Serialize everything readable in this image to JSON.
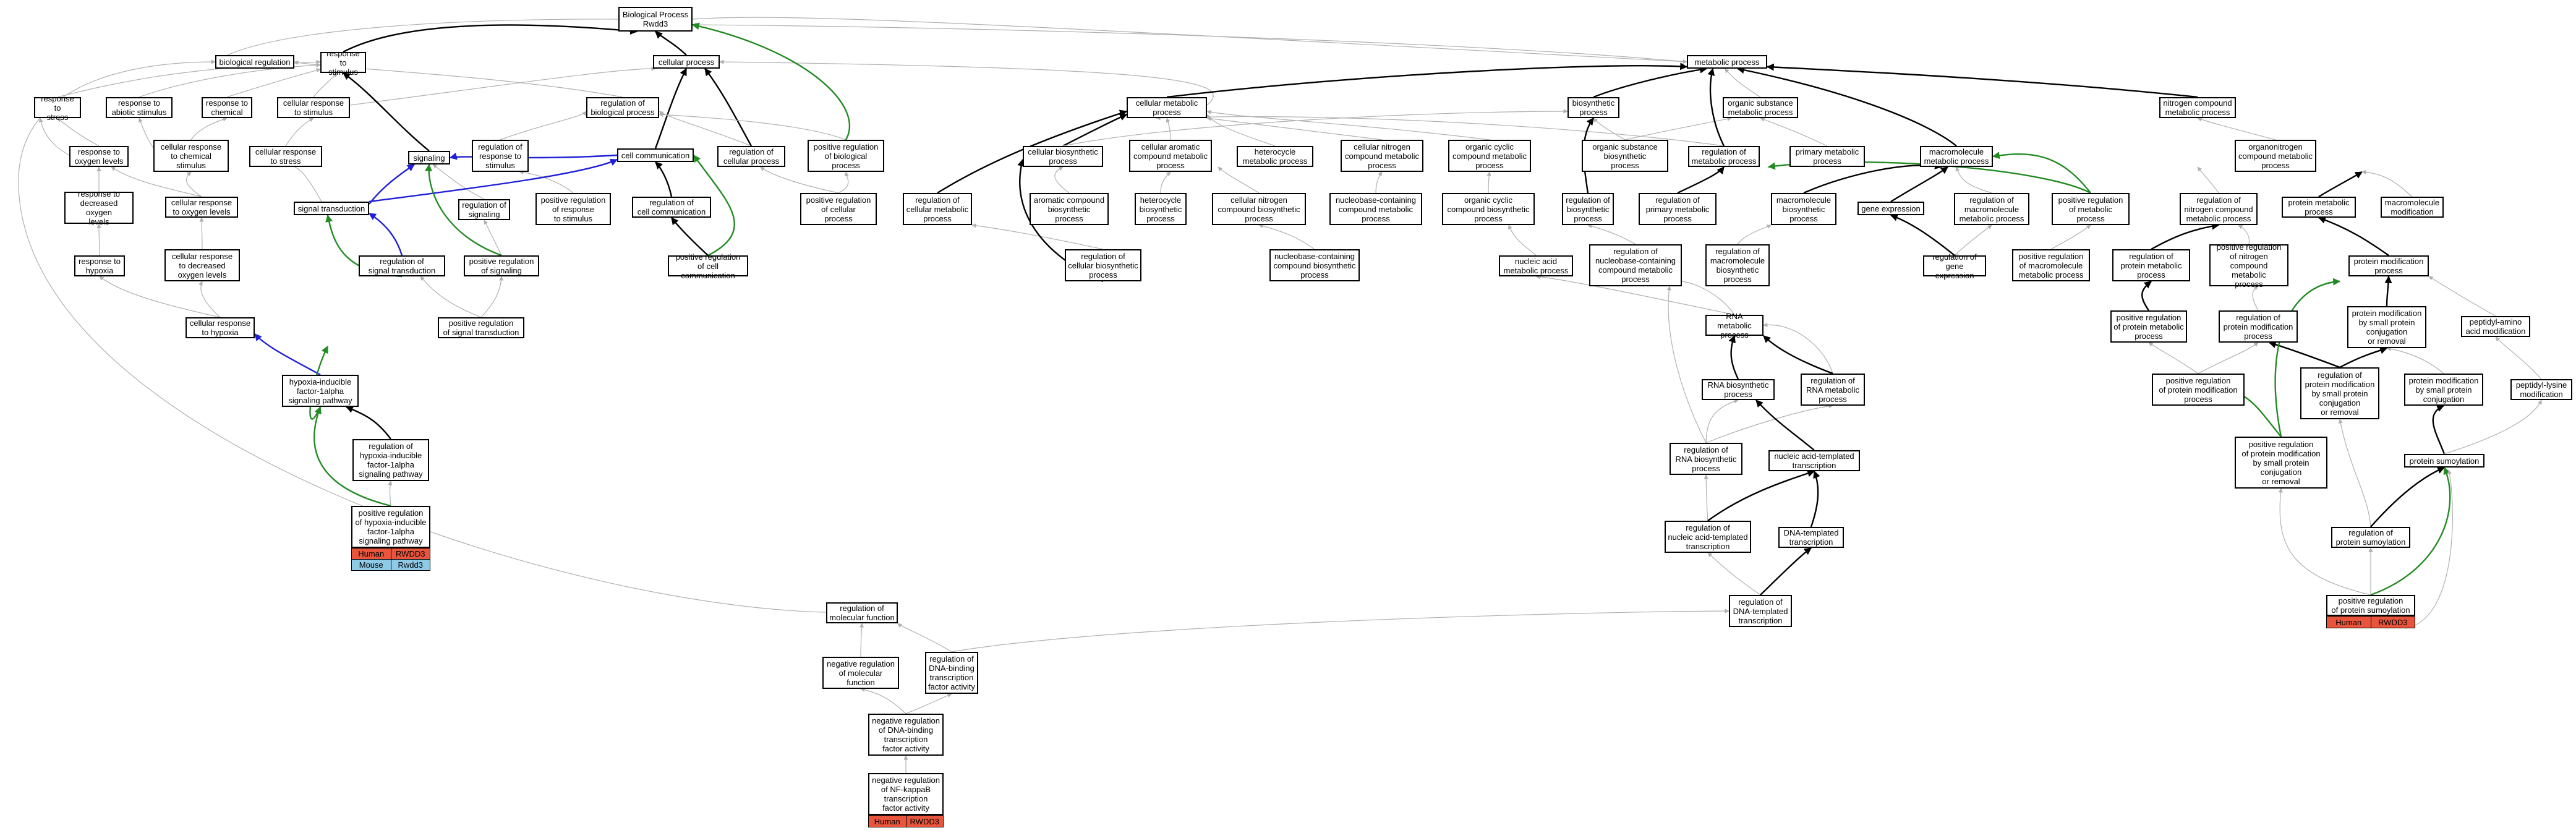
{
  "colors": {
    "gray": "#b0b0b0",
    "black": "#000000",
    "green": "#238b23",
    "blue": "#1f1fd6",
    "human": "#e8553c",
    "mouse": "#8ec9e6"
  },
  "nodes": {
    "bp": "Biological Process\nRwdd3",
    "biological_regulation": "biological regulation",
    "response_to_stimulus": "response to\nstimulus",
    "cellular_process": "cellular process",
    "metabolic_process": "metabolic process",
    "response_to_stress": "response to\nstress",
    "response_to_abiotic_stimulus": "response to\nabiotic stimulus",
    "response_to_chemical": "response to\nchemical",
    "cellular_response_to_stimulus": "cellular response\nto stimulus",
    "regulation_of_biological_process": "regulation of\nbiological process",
    "cellular_metabolic_process": "cellular metabolic\nprocess",
    "biosynthetic_process": "biosynthetic\nprocess",
    "organic_substance_metabolic_process": "organic substance\nmetabolic process",
    "nitrogen_compound_metabolic_process": "nitrogen compound\nmetabolic process",
    "response_to_oxygen_levels": "response to\noxygen levels",
    "cellular_response_to_chemical_stimulus": "cellular response\nto chemical\nstimulus",
    "cellular_response_to_stress": "cellular response\nto stress",
    "signaling": "signaling",
    "regulation_of_response_to_stimulus": "regulation of\nresponse to\nstimulus",
    "cell_communication": "cell communication",
    "regulation_of_cellular_process": "regulation of\ncellular process",
    "positive_regulation_of_biological_process": "positive regulation\nof biological\nprocess",
    "cellular_biosynthetic_process": "cellular biosynthetic\nprocess",
    "cellular_aromatic_compound_metabolic_process": "cellular aromatic\ncompound metabolic\nprocess",
    "heterocycle_metabolic_process": "heterocycle\nmetabolic process",
    "cellular_nitrogen_compound_metabolic_process": "cellular nitrogen\ncompound metabolic\nprocess",
    "organic_cyclic_compound_metabolic_process": "organic cyclic\ncompound metabolic\nprocess",
    "organic_substance_biosynthetic_process": "organic substance\nbiosynthetic\nprocess",
    "regulation_of_metabolic_process": "regulation of\nmetabolic process",
    "primary_metabolic_process": "primary metabolic\nprocess",
    "macromolecule_metabolic_process": "macromolecule\nmetabolic process",
    "organonitrogen_compound_metabolic_process": "organonitrogen\ncompound metabolic\nprocess",
    "response_to_decreased_oxygen_levels": "response to\ndecreased oxygen\nlevels",
    "cellular_response_to_oxygen_levels": "cellular response\nto oxygen levels",
    "signal_transduction": "signal transduction",
    "regulation_of_signaling": "regulation of\nsignaling",
    "positive_regulation_of_response_to_stimulus": "positive regulation\nof response\nto stimulus",
    "regulation_of_cell_communication": "regulation of\ncell communication",
    "positive_regulation_of_cellular_process": "positive regulation\nof cellular\nprocess",
    "regulation_of_cellular_metabolic_process": "regulation of\ncellular metabolic\nprocess",
    "aromatic_compound_biosynthetic_process": "aromatic compound\nbiosynthetic\nprocess",
    "heterocycle_biosynthetic_process": "heterocycle\nbiosynthetic\nprocess",
    "cellular_nitrogen_compound_biosynthetic_process": "cellular nitrogen\ncompound biosynthetic\nprocess",
    "nucleobase_containing_compound_metabolic_process": "nucleobase-containing\ncompound metabolic\nprocess",
    "organic_cyclic_compound_biosynthetic_process": "organic cyclic\ncompound biosynthetic\nprocess",
    "regulation_of_biosynthetic_process": "regulation of\nbiosynthetic\nprocess",
    "regulation_of_primary_metabolic_process": "regulation of\nprimary metabolic\nprocess",
    "macromolecule_biosynthetic_process": "macromolecule\nbiosynthetic\nprocess",
    "gene_expression": "gene expression",
    "regulation_of_macromolecule_metabolic_process": "regulation of\nmacromolecule\nmetabolic process",
    "positive_regulation_of_metabolic_process": "positive regulation\nof metabolic\nprocess",
    "regulation_of_nitrogen_compound_metabolic_process": "regulation of\nnitrogen compound\nmetabolic process",
    "protein_metabolic_process": "protein metabolic\nprocess",
    "macromolecule_modification": "macromolecule\nmodification",
    "response_to_hypoxia": "response to\nhypoxia",
    "cellular_response_to_decreased_oxygen_levels": "cellular response\nto decreased\noxygen levels",
    "regulation_of_signal_transduction": "regulation of\nsignal transduction",
    "positive_regulation_of_signaling": "positive regulation\nof signaling",
    "positive_regulation_of_cell_communication": "positive regulation\nof cell communication",
    "regulation_of_cellular_biosynthetic_process": "regulation of\ncellular biosynthetic\nprocess",
    "nucleobase_containing_compound_biosynthetic_process": "nucleobase-containing\ncompound biosynthetic\nprocess",
    "nucleic_acid_metabolic_process": "nucleic acid\nmetabolic process",
    "regulation_of_nucleobase_containing_compound_metabolic_process": "regulation of\nnucleobase-containing\ncompound metabolic\nprocess",
    "regulation_of_macromolecule_biosynthetic_process": "regulation of\nmacromolecule\nbiosynthetic\nprocess",
    "regulation_of_gene_expression": "regulation of\ngene expression",
    "positive_regulation_of_macromolecule_metabolic_process": "positive regulation\nof macromolecule\nmetabolic process",
    "regulation_of_protein_metabolic_process": "regulation of\nprotein metabolic\nprocess",
    "positive_regulation_of_nitrogen_compound_metabolic_process": "positive regulation\nof nitrogen\ncompound metabolic\nprocess",
    "protein_modification_process": "protein modification\nprocess",
    "cellular_response_to_hypoxia": "cellular response\nto hypoxia",
    "positive_regulation_of_signal_transduction": "positive regulation\nof signal transduction",
    "rna_metabolic_process": "RNA metabolic\nprocess",
    "positive_regulation_of_protein_metabolic_process": "positive regulation\nof protein metabolic\nprocess",
    "regulation_of_protein_modification_process": "regulation of\nprotein modification\nprocess",
    "protein_modification_by_small_protein_conjugation_or_removal": "protein modification\nby small protein\nconjugation\nor removal",
    "peptidyl_amino_acid_modification": "peptidyl-amino\nacid modification",
    "hif1a_signaling_pathway": "hypoxia-inducible\nfactor-1alpha\nsignaling pathway",
    "rna_biosynthetic_process": "RNA biosynthetic\nprocess",
    "regulation_of_rna_metabolic_process": "regulation of\nRNA metabolic\nprocess",
    "positive_regulation_of_protein_modification_process": "positive regulation\nof protein modification\nprocess",
    "regulation_of_protein_modification_by_small_protein": "regulation of\nprotein modification\nby small protein\nconjugation\nor removal",
    "protein_modification_by_small_protein_conjugation": "protein modification\nby small protein\nconjugation",
    "peptidyl_lysine_modification": "peptidyl-lysine\nmodification",
    "regulation_of_hif1a_signaling_pathway": "regulation of\nhypoxia-inducible\nfactor-1alpha\nsignaling pathway",
    "regulation_of_rna_biosynthetic_process": "regulation of\nRNA biosynthetic\nprocess",
    "nucleic_acid_templated_transcription": "nucleic acid-templated\ntranscription",
    "positive_regulation_of_protein_modification_by_small_protein": "positive regulation\nof protein modification\nby small protein\nconjugation\nor removal",
    "protein_sumoylation": "protein sumoylation",
    "positive_regulation_of_hif1a_signaling_pathway": "positive regulation\nof hypoxia-inducible\nfactor-1alpha\nsignaling pathway",
    "regulation_of_nucleic_acid_templated_transcription": "regulation of\nnucleic acid-templated\ntranscription",
    "dna_templated_transcription": "DNA-templated\ntranscription",
    "regulation_of_protein_sumoylation": "regulation of\nprotein sumoylation",
    "regulation_of_dna_templated_transcription": "regulation of\nDNA-templated\ntranscription",
    "positive_regulation_of_protein_sumoylation": "positive regulation\nof protein sumoylation",
    "regulation_of_molecular_function": "regulation of\nmolecular function",
    "negative_regulation_of_molecular_function": "negative regulation\nof molecular\nfunction",
    "regulation_of_dna_binding_tf_activity": "regulation of\nDNA-binding\ntranscription\nfactor activity",
    "negative_regulation_of_dna_binding_tf_activity": "negative regulation\nof DNA-binding\ntranscription\nfactor activity",
    "negative_regulation_of_nfkb_tf_activity": "negative regulation\nof NF-kappaB\ntranscription\nfactor activity"
  },
  "annotations": {
    "hif_human": [
      "Human",
      "RWDD3"
    ],
    "hif_mouse": [
      "Mouse",
      "Rwdd3"
    ],
    "sumo_human": [
      "Human",
      "RWDD3"
    ],
    "nfkb_human": [
      "Human",
      "RWDD3"
    ]
  }
}
